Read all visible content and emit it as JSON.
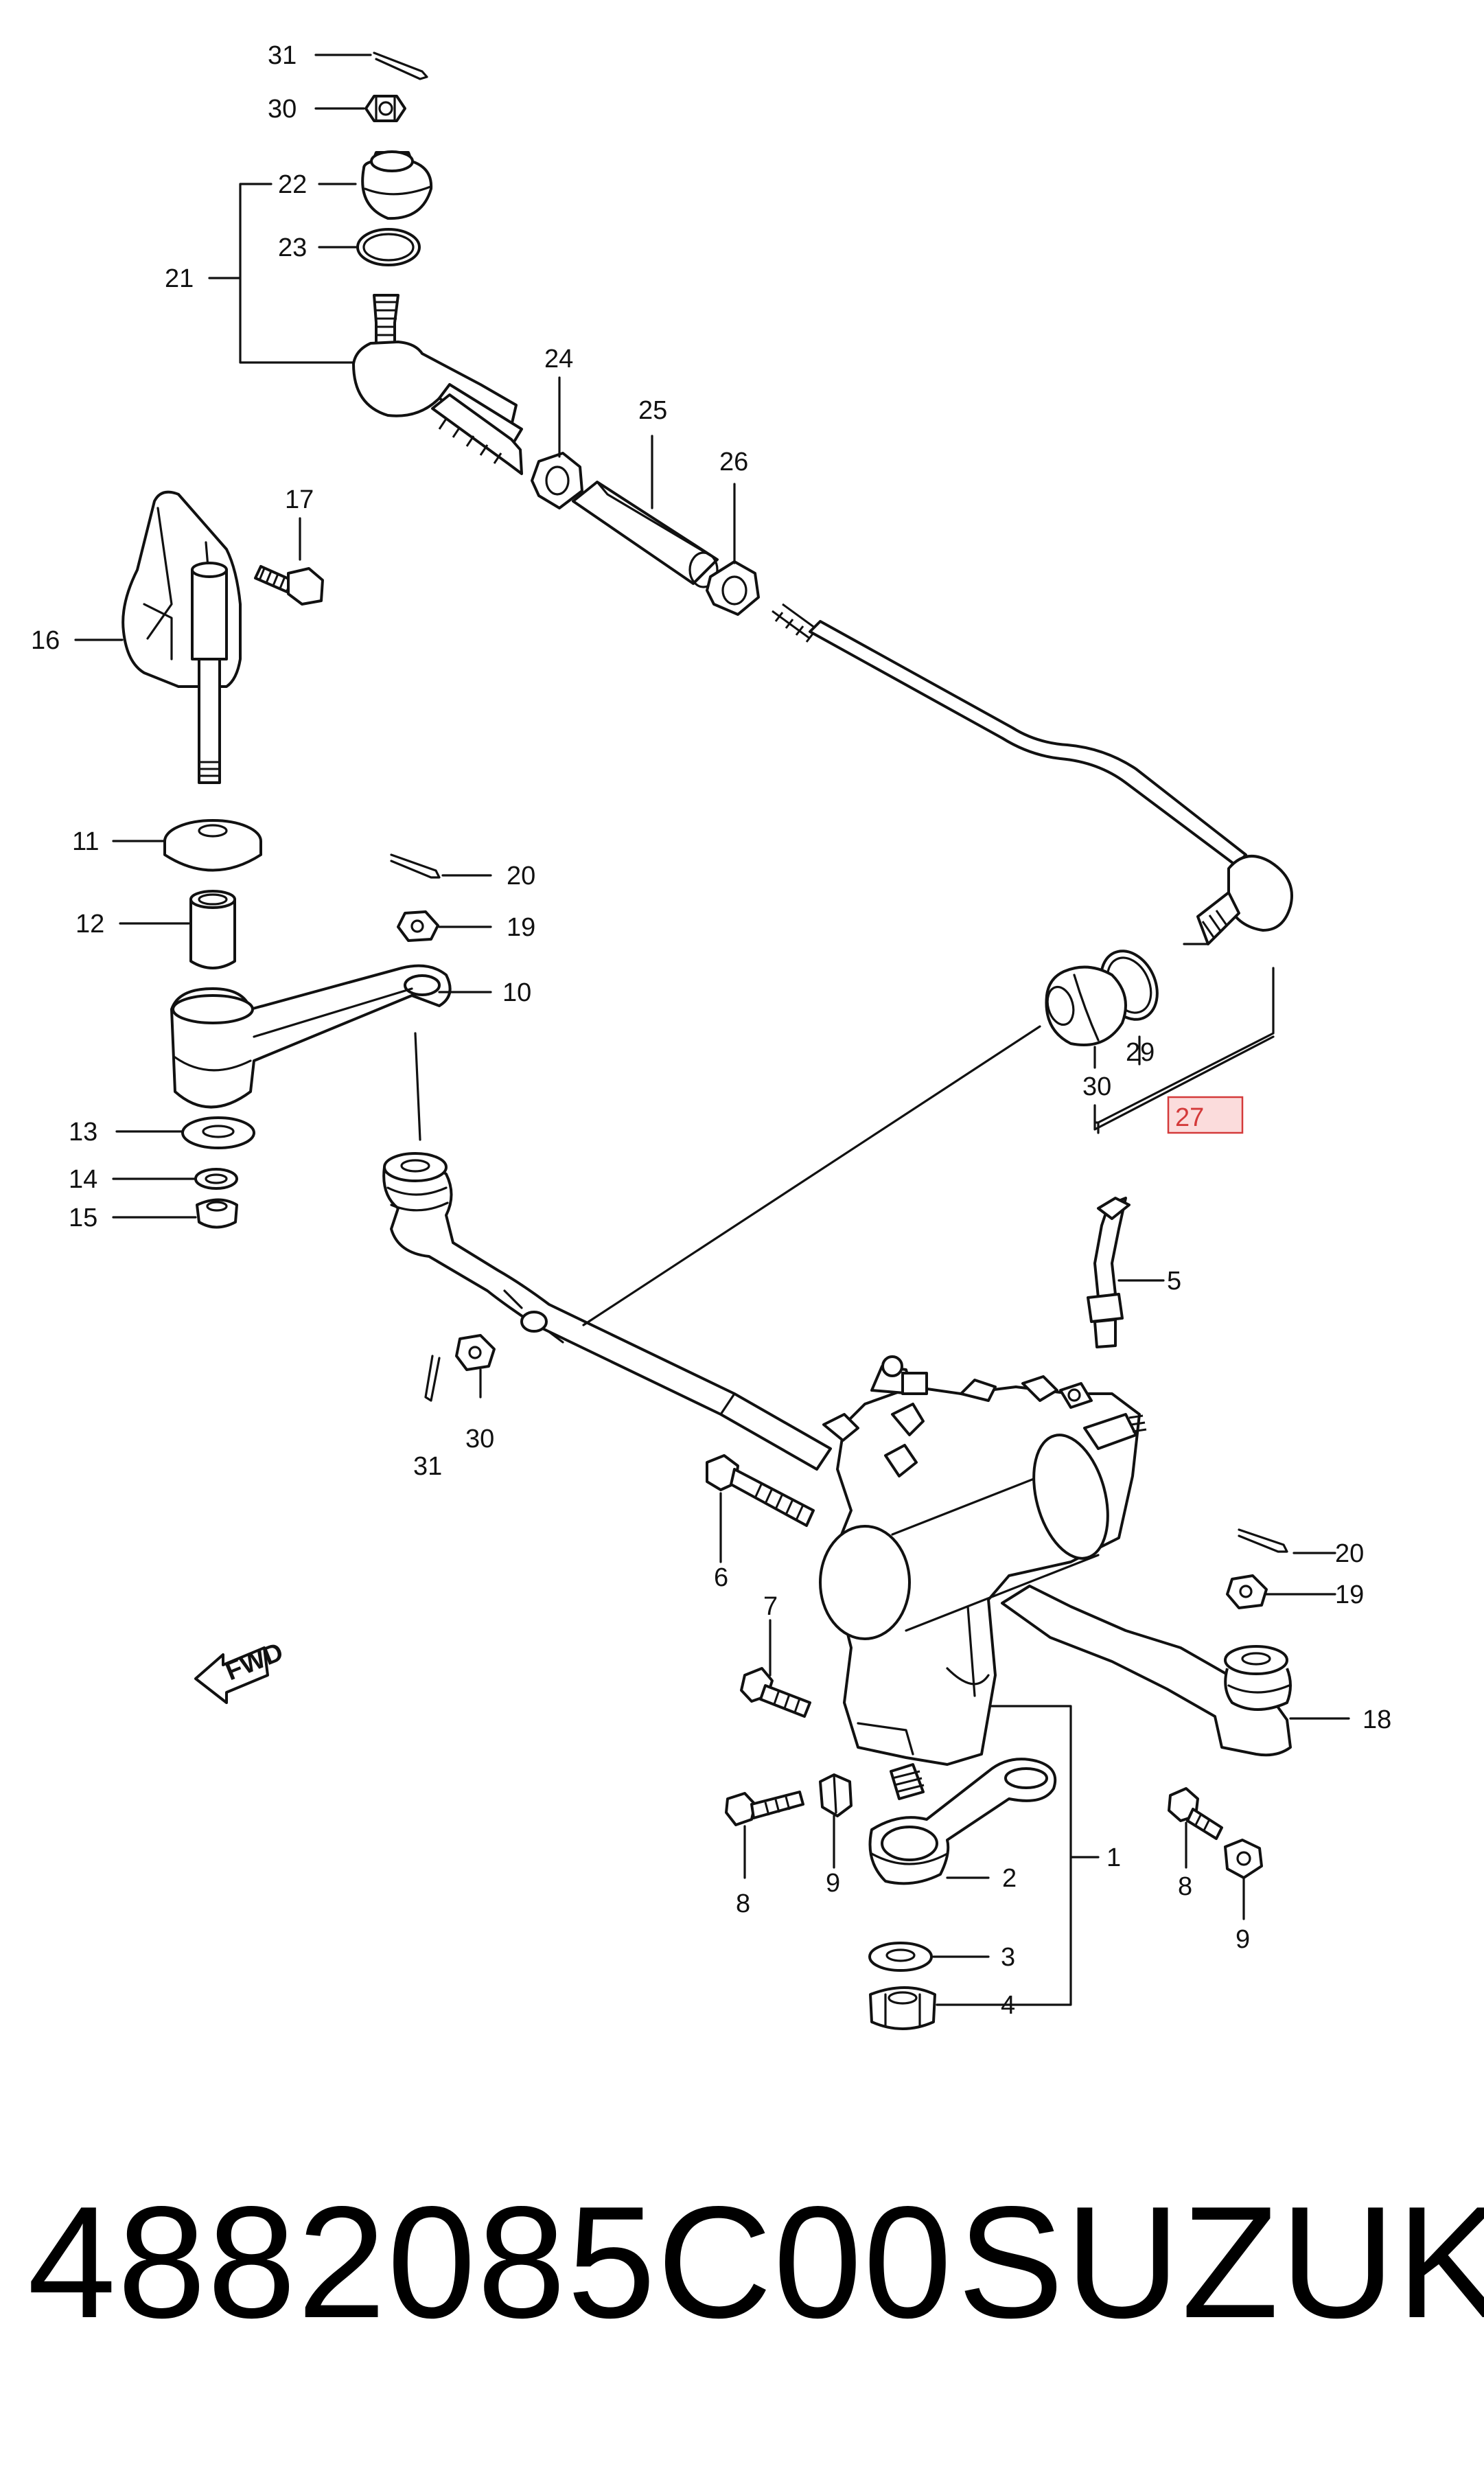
{
  "diagram": {
    "callouts": [
      {
        "id": "c31a",
        "label": "31"
      },
      {
        "id": "c30a",
        "label": "30"
      },
      {
        "id": "c22",
        "label": "22"
      },
      {
        "id": "c23",
        "label": "23"
      },
      {
        "id": "c21",
        "label": "21"
      },
      {
        "id": "c24",
        "label": "24"
      },
      {
        "id": "c25",
        "label": "25"
      },
      {
        "id": "c26",
        "label": "26"
      },
      {
        "id": "c17",
        "label": "17"
      },
      {
        "id": "c16",
        "label": "16"
      },
      {
        "id": "c11",
        "label": "11"
      },
      {
        "id": "c12",
        "label": "12"
      },
      {
        "id": "c20a",
        "label": "20"
      },
      {
        "id": "c19a",
        "label": "19"
      },
      {
        "id": "c10",
        "label": "10"
      },
      {
        "id": "c13",
        "label": "13"
      },
      {
        "id": "c14",
        "label": "14"
      },
      {
        "id": "c15",
        "label": "15"
      },
      {
        "id": "c29",
        "label": "29"
      },
      {
        "id": "c30b",
        "label": "30"
      },
      {
        "id": "c27",
        "label": "27",
        "highlighted": true
      },
      {
        "id": "c5",
        "label": "5"
      },
      {
        "id": "c31b",
        "label": "31"
      },
      {
        "id": "c30c",
        "label": "30"
      },
      {
        "id": "c6",
        "label": "6"
      },
      {
        "id": "c20b",
        "label": "20"
      },
      {
        "id": "c19b",
        "label": "19"
      },
      {
        "id": "c7",
        "label": "7"
      },
      {
        "id": "c18",
        "label": "18"
      },
      {
        "id": "c1",
        "label": "1"
      },
      {
        "id": "c2",
        "label": "2"
      },
      {
        "id": "c8a",
        "label": "8"
      },
      {
        "id": "c9a",
        "label": "9"
      },
      {
        "id": "c8b",
        "label": "8"
      },
      {
        "id": "c9b",
        "label": "9"
      },
      {
        "id": "c3",
        "label": "3"
      },
      {
        "id": "c4",
        "label": "4"
      }
    ],
    "fwd_marker": "FWD",
    "highlight_color": "#d43a3a"
  },
  "footer": {
    "part_number": "4882085C00",
    "brand": "SUZUKI"
  }
}
